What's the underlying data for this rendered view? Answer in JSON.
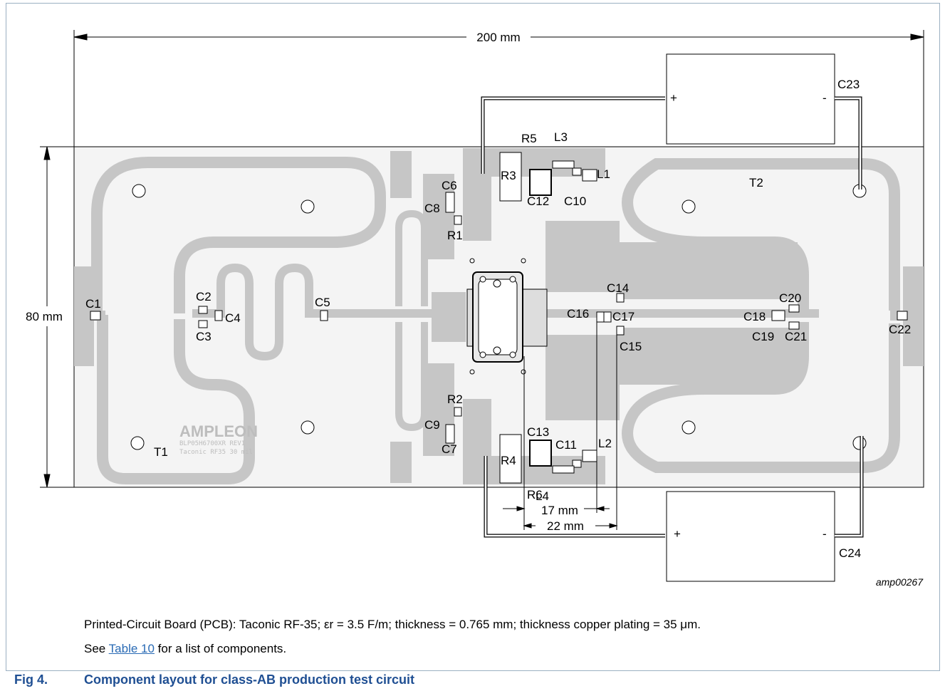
{
  "dimensions": {
    "width": "200 mm",
    "height": "80 mm",
    "spacing_a": "17 mm",
    "spacing_b": "22 mm"
  },
  "capacitors": {
    "top": {
      "label": "C23",
      "plus": "+",
      "minus": "-"
    },
    "bottom": {
      "label": "C24",
      "plus": "+",
      "minus": "-"
    }
  },
  "components": [
    "C1",
    "C2",
    "C3",
    "C4",
    "C5",
    "C6",
    "C7",
    "C8",
    "C9",
    "C10",
    "C11",
    "C12",
    "C13",
    "C14",
    "C15",
    "C16",
    "C17",
    "C18",
    "C19",
    "C20",
    "C21",
    "C22",
    "R1",
    "R2",
    "R3",
    "R4",
    "R5",
    "R6",
    "L1",
    "L2",
    "L3",
    "L4",
    "T1",
    "T2"
  ],
  "board_marking": {
    "brand": "AMPLEON",
    "line1": "BLP05H6700XR REV1",
    "line2": "Taconic RF35 30 mil"
  },
  "drawing_code": "amp00267",
  "caption": {
    "line1": "Printed-Circuit Board (PCB): Taconic RF-35; εr = 3.5 F/m; thickness = 0.765 mm; thickness copper plating = 35 μm.",
    "line2_prefix": "See ",
    "line2_link": "Table 10",
    "line2_suffix": " for a list of components."
  },
  "figure": {
    "number": "Fig 4.",
    "title": "Component layout for class-AB production test circuit"
  },
  "colors": {
    "board": "#f4f4f4",
    "copper": "#c6c6c6",
    "line": "#000000",
    "figure_title": "#1f4f93",
    "link": "#2a6bb5"
  }
}
